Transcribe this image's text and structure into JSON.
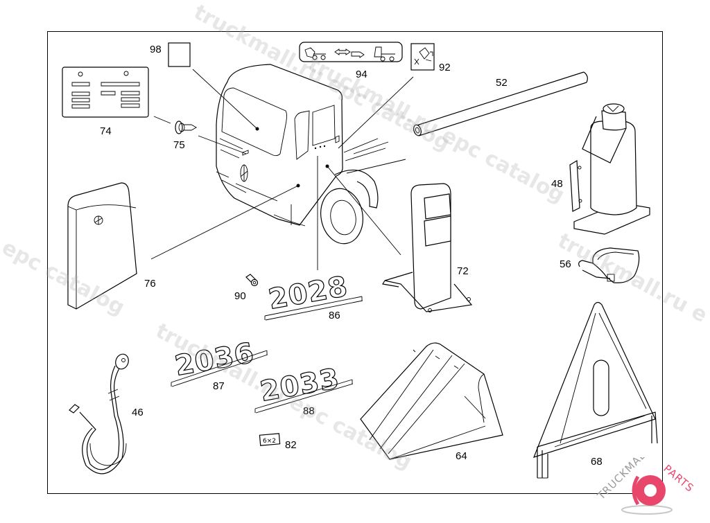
{
  "diagram": {
    "type": "exploded parts diagram",
    "subject": "truck cab accessories and tools"
  },
  "callouts": [
    {
      "id": "98",
      "part": "square label"
    },
    {
      "id": "94",
      "part": "coupling direction label"
    },
    {
      "id": "92",
      "part": "pictogram label"
    },
    {
      "id": "52",
      "part": "tube"
    },
    {
      "id": "74",
      "part": "data plate"
    },
    {
      "id": "75",
      "part": "screw"
    },
    {
      "id": "48",
      "part": "bottle jack"
    },
    {
      "id": "76",
      "part": "document pouch"
    },
    {
      "id": "72",
      "part": "warning lamp"
    },
    {
      "id": "56",
      "part": "clamp"
    },
    {
      "id": "90",
      "part": "bolt"
    },
    {
      "id": "86",
      "part": "model emblem 2028"
    },
    {
      "id": "87",
      "part": "model emblem 2036"
    },
    {
      "id": "88",
      "part": "model emblem 2033"
    },
    {
      "id": "46",
      "part": "air hose"
    },
    {
      "id": "82",
      "part": "drive badge 6x2"
    },
    {
      "id": "64",
      "part": "wheel chock"
    },
    {
      "id": "68",
      "part": "warning triangle"
    }
  ],
  "emblems": {
    "e86": "2028",
    "e87": "2036",
    "e88": "2033",
    "e82": "6×2"
  },
  "watermarks": [
    "truckmall.ru epc catalog",
    "truckmall.ru epc catalog",
    "truckmall.ru epc catalog",
    "l epc catalog",
    "truckmall.ru e"
  ],
  "logo": {
    "text_dark": "TRUCKMALL",
    "text_accent": "PARTS",
    "accent_color": "#e8476b",
    "dark_color": "#9a9a9a"
  }
}
